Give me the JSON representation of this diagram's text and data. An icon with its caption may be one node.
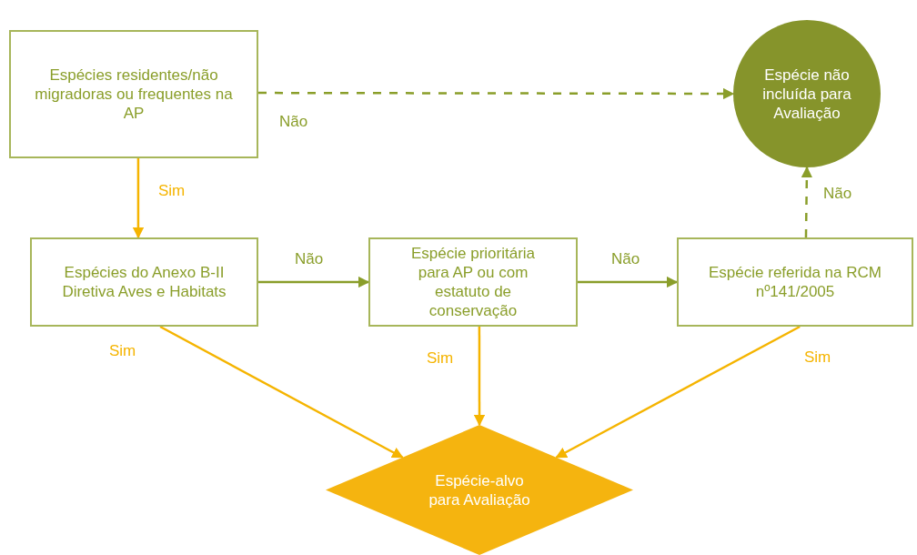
{
  "diagram": {
    "nodes": [
      {
        "text": [
          "Espécies residentes/não migradoras ou frequentes na AP"
        ]
      },
      {
        "text": [
          "Espécie não incluída para Avaliação"
        ]
      },
      {
        "text": [
          "Espécies do Anexo B-II Diretiva Aves e Habitats"
        ]
      },
      {
        "text": [
          "Espécie prioritária para AP ou com estatuto de conservação"
        ]
      },
      {
        "text": [
          "Espécie referida na RCM nº141/2005"
        ]
      },
      {
        "text": [
          "Espécie-alvo para Avaliação"
        ]
      }
    ],
    "edges": [
      {
        "from": 0,
        "to": 1,
        "arrow": "to",
        "label": "Não",
        "style": "dashed",
        "color": "#8a9e2a"
      },
      {
        "from": 0,
        "to": 2,
        "arrow": "to",
        "label": "Sim",
        "color": "#f5b400"
      },
      {
        "from": 2,
        "to": 3,
        "arrow": "to",
        "label": "Não",
        "color": "#8a9e2a"
      },
      {
        "from": 3,
        "to": 4,
        "arrow": "to",
        "label": "Não",
        "color": "#8a9e2a"
      },
      {
        "from": 4,
        "to": 1,
        "arrow": "to",
        "label": "Não",
        "style": "dashed",
        "color": "#8a9e2a"
      },
      {
        "from": 2,
        "to": 5,
        "arrow": "to",
        "label": "Sim",
        "color": "#f5b400"
      },
      {
        "from": 3,
        "to": 5,
        "arrow": "to",
        "label": "Sim",
        "color": "#f5b400"
      },
      {
        "from": 4,
        "to": 5,
        "arrow": "to",
        "label": "Sim",
        "color": "#f5b400"
      }
    ]
  }
}
